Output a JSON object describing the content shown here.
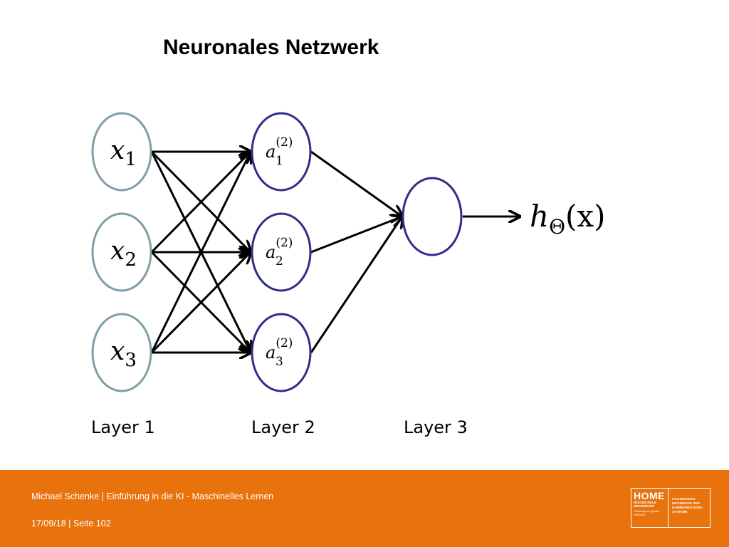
{
  "slide": {
    "title": "Neuronales Netzwerk"
  },
  "diagram": {
    "input_nodes": [
      {
        "base": "x",
        "sub": "1"
      },
      {
        "base": "x",
        "sub": "2"
      },
      {
        "base": "x",
        "sub": "3"
      }
    ],
    "hidden_nodes": [
      {
        "base": "a",
        "sup": "(2)",
        "sub": "1"
      },
      {
        "base": "a",
        "sup": "(2)",
        "sub": "2"
      },
      {
        "base": "a",
        "sup": "(2)",
        "sub": "3"
      }
    ],
    "output": {
      "h": "h",
      "theta": "Θ",
      "arg": "(x)"
    },
    "layers": [
      "Layer 1",
      "Layer 2",
      "Layer 3"
    ],
    "colors": {
      "input_stroke": "#7f9ea6",
      "hidden_stroke": "#2e2e8a",
      "arrow": "#000000"
    }
  },
  "footer": {
    "author_line": "Michael Schenke | Einführung in  die KI - Maschinelles Lernen",
    "date_line": "17/09/18 | Seite 102",
    "background": "#e8720c",
    "logo": {
      "main": "HOME",
      "sub": "HOCHSCHULE MERSEBURG",
      "tiny": "University of Applied Sciences",
      "dept": "FACHBEREICH INFORMATIK UND KOMMUNIKATIONS-SYSTEME"
    }
  }
}
